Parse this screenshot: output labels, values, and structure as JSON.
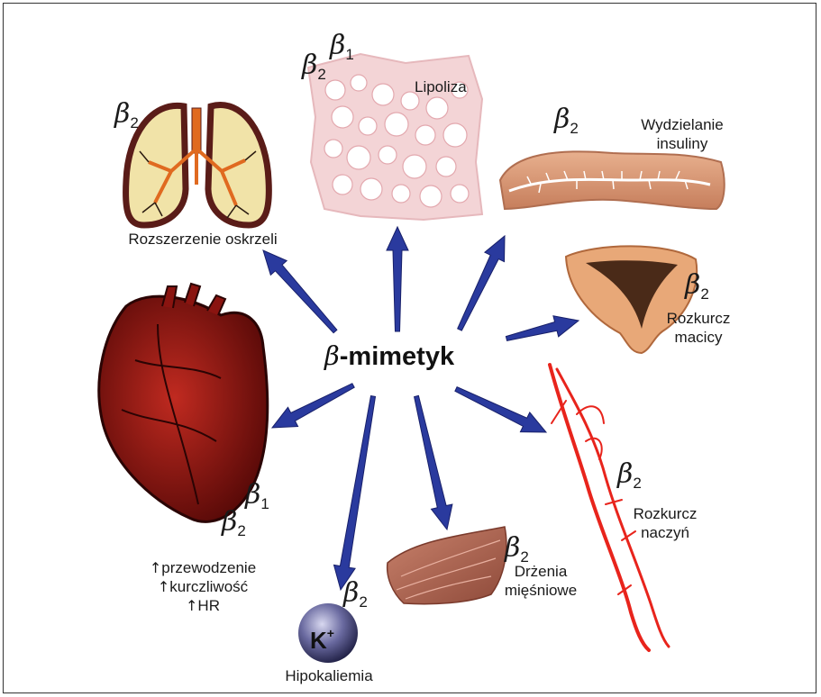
{
  "center": {
    "symbol": "β",
    "label": "-mimetyk"
  },
  "beta_symbol": "β",
  "targets": {
    "bronchi": {
      "label": "Rozszerzenie oskrzeli",
      "receptor": "2"
    },
    "fat": {
      "label": "Lipoliza",
      "receptors": [
        "2",
        "1"
      ]
    },
    "pancreas": {
      "label": "Wydzielanie\ninsuliny",
      "receptor": "2"
    },
    "uterus": {
      "label": "Rozkurcz\nmacicy",
      "receptor": "2"
    },
    "vessels": {
      "label": "Rozkurcz\nnaczyń",
      "receptor": "2"
    },
    "muscle": {
      "label": "Drżenia\nmięśniowe",
      "receptor": "2"
    },
    "potassium": {
      "label": "Hipokaliemia",
      "receptor": "2",
      "ion": "K",
      "charge": "+"
    },
    "heart": {
      "receptors": [
        "1",
        "2"
      ],
      "effects": [
        "przewodzenie",
        "kurczliwość",
        "HR"
      ],
      "effect_arrow": "↑"
    }
  },
  "colors": {
    "arrow": "#2a3a9e",
    "arrow_light": "#5c6ed0",
    "vessel": "#e8241c",
    "heart": "#8a1410",
    "lung_outline": "#5a1c18",
    "lung_fill": "#f1e3a8",
    "fat_fill": "#f3d4d6",
    "muscle_fill": "#b7705c",
    "pancreas_fill": "#e0a585",
    "uterus_fill": "#e8a878",
    "potassium_fill": "#6a6aa0"
  }
}
